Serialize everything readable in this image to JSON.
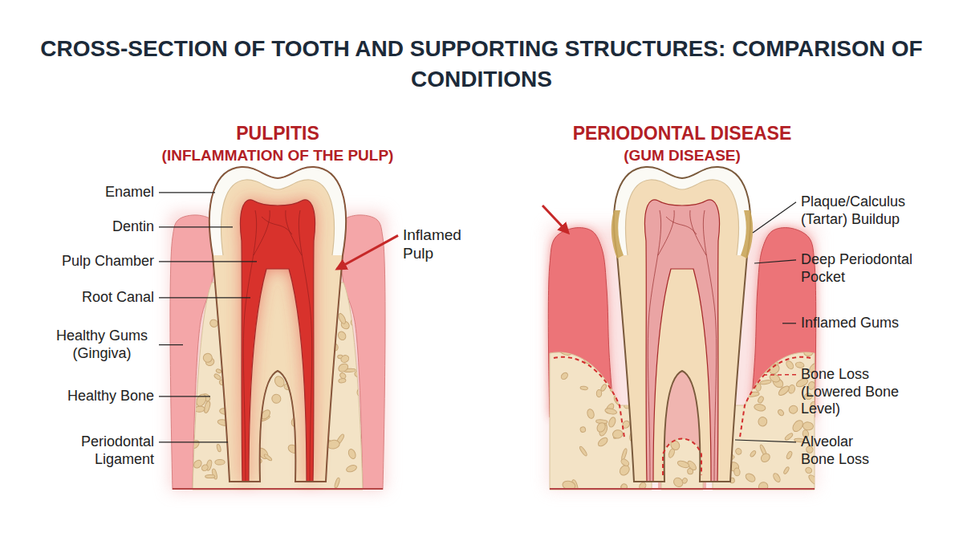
{
  "diagram": {
    "title": "CROSS-SECTION OF TOOTH AND SUPPORTING STRUCTURES: COMPARISON OF CONDITIONS",
    "labels": [
      "PULPITIS",
      "(INFLAMMATION OF THE PULP)",
      "PERIODONTAL DISEASE",
      "(GUM DISEASE)",
      "Enamel",
      "Dentin",
      "Pulp Chamber",
      "Root Canal",
      "Healthy Gums (Gingiva)",
      "Healthy Bone",
      "Periodontal Ligament",
      "Inflamed Pulp",
      "Plaque/Calculus (Tartar) Buildup",
      "Deep Periodontal Pocket",
      "Inflamed Gums",
      "Bone Loss (Lowered Bone Level)",
      "Alveolar Bone Loss"
    ]
  }
}
